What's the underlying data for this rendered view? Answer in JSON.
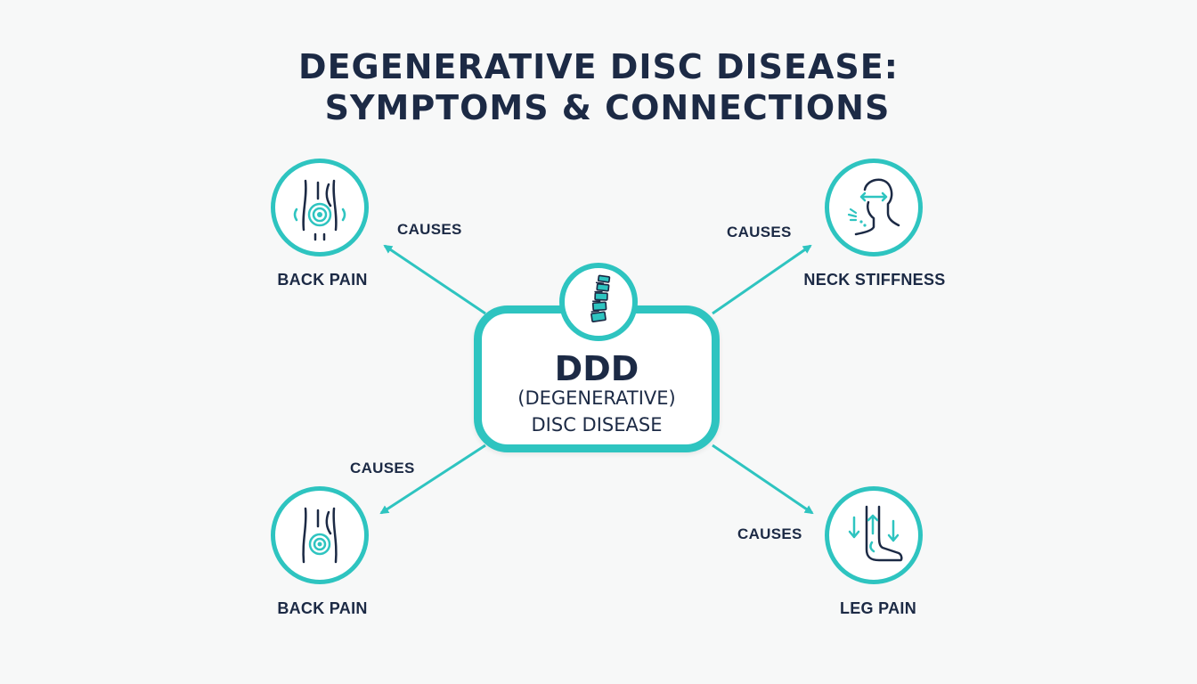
{
  "title": {
    "line1": "DEGENERATIVE DISC DISEASE:",
    "line2": "SYMPTOMS & CONNECTIONS"
  },
  "center": {
    "abbreviation": "DDD",
    "line1": "(DEGENERATIVE)",
    "line2": "DISC DISEASE",
    "icon": "spine-icon"
  },
  "nodes": [
    {
      "label": "BACK PAIN",
      "icon": "lower-back-pain-icon",
      "edge_label": "CAUSES"
    },
    {
      "label": "NECK STIFFNESS",
      "icon": "head-neck-icon",
      "edge_label": "CAUSES"
    },
    {
      "label": "BACK PAIN",
      "icon": "lower-back-pain-icon",
      "edge_label": "CAUSES"
    },
    {
      "label": "LEG PAIN",
      "icon": "leg-foot-icon",
      "edge_label": "CAUSES"
    }
  ],
  "colors": {
    "accent": "#2ec4c0",
    "text": "#1c2a45",
    "background": "#f7f8f8"
  }
}
